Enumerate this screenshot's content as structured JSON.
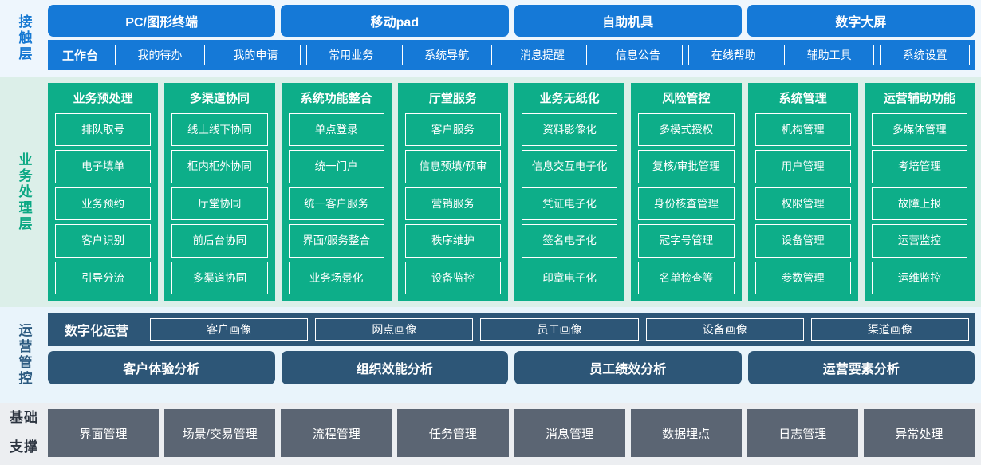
{
  "layers": {
    "contact": {
      "label": "接触层",
      "accent": "#1579d7",
      "channels": [
        "PC/图形终端",
        "移动pad",
        "自助机具",
        "数字大屏"
      ],
      "workbench_title": "工作台",
      "workbench_items": [
        "我的待办",
        "我的申请",
        "常用业务",
        "系统导航",
        "消息提醒",
        "信息公告",
        "在线帮助",
        "辅助工具",
        "系统设置"
      ]
    },
    "business": {
      "label": "业务处理层",
      "accent": "#0dae89",
      "columns": [
        {
          "title": "业务预处理",
          "items": [
            "排队取号",
            "电子填单",
            "业务预约",
            "客户识别",
            "引导分流"
          ]
        },
        {
          "title": "多渠道协同",
          "items": [
            "线上线下协同",
            "柜内柜外协同",
            "厅堂协同",
            "前后台协同",
            "多渠道协同"
          ]
        },
        {
          "title": "系统功能整合",
          "items": [
            "单点登录",
            "统一门户",
            "统一客户服务",
            "界面/服务整合",
            "业务场景化"
          ]
        },
        {
          "title": "厅堂服务",
          "items": [
            "客户服务",
            "信息预填/预审",
            "营销服务",
            "秩序维护",
            "设备监控"
          ]
        },
        {
          "title": "业务无纸化",
          "items": [
            "资料影像化",
            "信息交互电子化",
            "凭证电子化",
            "签名电子化",
            "印章电子化"
          ]
        },
        {
          "title": "风险管控",
          "items": [
            "多模式授权",
            "复核/审批管理",
            "身份核查管理",
            "冠字号管理",
            "名单检查等"
          ]
        },
        {
          "title": "系统管理",
          "items": [
            "机构管理",
            "用户管理",
            "权限管理",
            "设备管理",
            "参数管理"
          ]
        },
        {
          "title": "运营辅助功能",
          "items": [
            "多媒体管理",
            "考培管理",
            "故障上报",
            "运营监控",
            "运维监控"
          ]
        }
      ]
    },
    "ops": {
      "label": "运营管控",
      "accent": "#2d5677",
      "portrait_title": "数字化运营",
      "portrait_items": [
        "客户画像",
        "网点画像",
        "员工画像",
        "设备画像",
        "渠道画像"
      ],
      "analysis_items": [
        "客户体验分析",
        "组织效能分析",
        "员工绩效分析",
        "运营要素分析"
      ]
    },
    "base": {
      "label_line1": "基础",
      "label_line2": "支撑",
      "accent": "#5b6573",
      "items": [
        "界面管理",
        "场景/交易管理",
        "流程管理",
        "任务管理",
        "消息管理",
        "数据埋点",
        "日志管理",
        "异常处理"
      ]
    }
  }
}
